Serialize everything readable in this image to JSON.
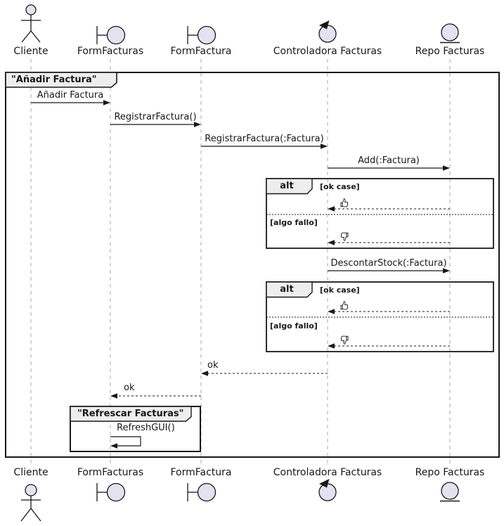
{
  "diagram_type": "uml-sequence",
  "colors": {
    "shape_fill": "#E2E2F0",
    "frame_tab_fill": "#EEEEEE",
    "line": "#181818",
    "lifeline": "#A8A8A8",
    "background": "#FFFFFF"
  },
  "participants": [
    {
      "name": "Cliente",
      "icon": "actor-icon"
    },
    {
      "name": "FormFacturas",
      "icon": "boundary-icon"
    },
    {
      "name": "FormFactura",
      "icon": "boundary-icon"
    },
    {
      "name": "Controladora Facturas",
      "icon": "control-icon"
    },
    {
      "name": "Repo Facturas",
      "icon": "entity-icon"
    }
  ],
  "frames": {
    "main": {
      "title": "\"Añadir Factura\""
    },
    "refresh": {
      "title": "\"Refrescar Facturas\""
    }
  },
  "alt_blocks": [
    {
      "operator": "alt",
      "guards": [
        "[ok case]",
        "[algo fallo]"
      ],
      "responses": [
        "thumbs-up",
        "thumbs-down"
      ]
    },
    {
      "operator": "alt",
      "guards": [
        "[ok case]",
        "[algo fallo]"
      ],
      "responses": [
        "thumbs-up",
        "thumbs-down"
      ]
    }
  ],
  "messages": [
    {
      "label": "Añadir Factura",
      "from": "Cliente",
      "to": "FormFacturas",
      "type": "call"
    },
    {
      "label": "RegistrarFactura()",
      "from": "FormFacturas",
      "to": "FormFactura",
      "type": "call"
    },
    {
      "label": "RegistrarFactura(:Factura)",
      "from": "FormFactura",
      "to": "Controladora Facturas",
      "type": "call"
    },
    {
      "label": "Add(:Factura)",
      "from": "Controladora Facturas",
      "to": "Repo Facturas",
      "type": "call"
    },
    {
      "label": "DescontarStock(:Factura)",
      "from": "Controladora Facturas",
      "to": "Repo Facturas",
      "type": "call"
    },
    {
      "label": "ok",
      "from": "Controladora Facturas",
      "to": "FormFactura",
      "type": "return"
    },
    {
      "label": "ok",
      "from": "FormFactura",
      "to": "FormFacturas",
      "type": "return"
    },
    {
      "label": "RefreshGUI()",
      "from": "FormFacturas",
      "to": "FormFacturas",
      "type": "self"
    }
  ],
  "icons": {
    "thumbs_up": "thumbs-up-icon",
    "thumbs_down": "thumbs-down-icon"
  }
}
